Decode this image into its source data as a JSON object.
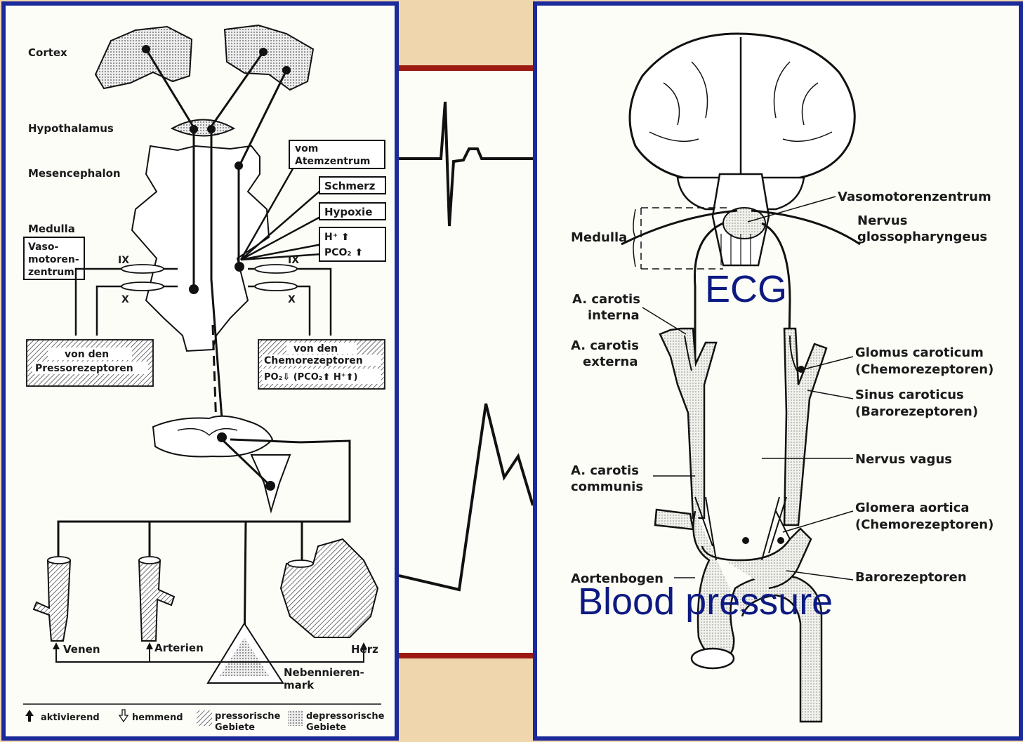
{
  "left_diagram": {
    "regions": {
      "cortex": "Cortex",
      "hypothalamus": "Hypothalamus",
      "mesencephalon": "Mesencephalon",
      "medulla": "Medulla",
      "vasomotor_center": [
        "Vaso-",
        "motoren-",
        "zentrum"
      ]
    },
    "nerve_labels": {
      "ix_left": "IX",
      "x_left": "X",
      "ix_right": "IX",
      "x_right": "X"
    },
    "inputs": {
      "respiratory_center": [
        "vom",
        "Atemzentrum"
      ],
      "pain": "Schmerz",
      "hypoxia": "Hypoxie",
      "h_plus": "H⁺ ⬆",
      "pco2": "PCO₂ ⬆"
    },
    "boxes": {
      "pressoreceptors": [
        "von den",
        "Pressorezeptoren"
      ],
      "chemoreceptors": [
        "von den",
        "Chemorezeptoren",
        "PO₂⇩ (PCO₂⬆ H⁺⬆)"
      ]
    },
    "targets": {
      "veins": "Venen",
      "arteries": "Arterien",
      "heart": "Herz",
      "adrenal_medulla": [
        "Nebennieren-",
        "mark"
      ]
    },
    "legend": {
      "activating": "aktivierend",
      "inhibiting": "hemmend",
      "pressor": [
        "pressorische",
        "Gebiete"
      ],
      "depressor": [
        "depressorische",
        "Gebiete"
      ]
    }
  },
  "right_diagram": {
    "labels": {
      "vasomotor_center": "Vasomotorenzentrum",
      "glossopharyngeal": [
        "Nervus",
        "glossopharyngeus"
      ],
      "medulla": "Medulla",
      "carotis_interna": [
        "A. carotis",
        "interna"
      ],
      "carotis_externa": [
        "A. carotis",
        "externa"
      ],
      "glomus_caroticum": [
        "Glomus caroticum",
        "(Chemorezeptoren)"
      ],
      "sinus_caroticus": [
        "Sinus caroticus",
        "(Barorezeptoren)"
      ],
      "vagus": "Nervus vagus",
      "carotis_communis": [
        "A. carotis",
        "communis"
      ],
      "glomera_aortica": [
        "Glomera aortica",
        "(Chemorezeptoren)"
      ],
      "aortic_arch": "Aortenbogen",
      "baroreceptors": "Barorezeptoren"
    }
  },
  "overlay": {
    "ecg_label": "ECG",
    "bp_label": "Blood pressure"
  },
  "colors": {
    "panel_border": "#1b2a9a",
    "overlay_text": "#0d1a82",
    "accent_line": "#9b1b13",
    "background": "#f0d6ad"
  }
}
